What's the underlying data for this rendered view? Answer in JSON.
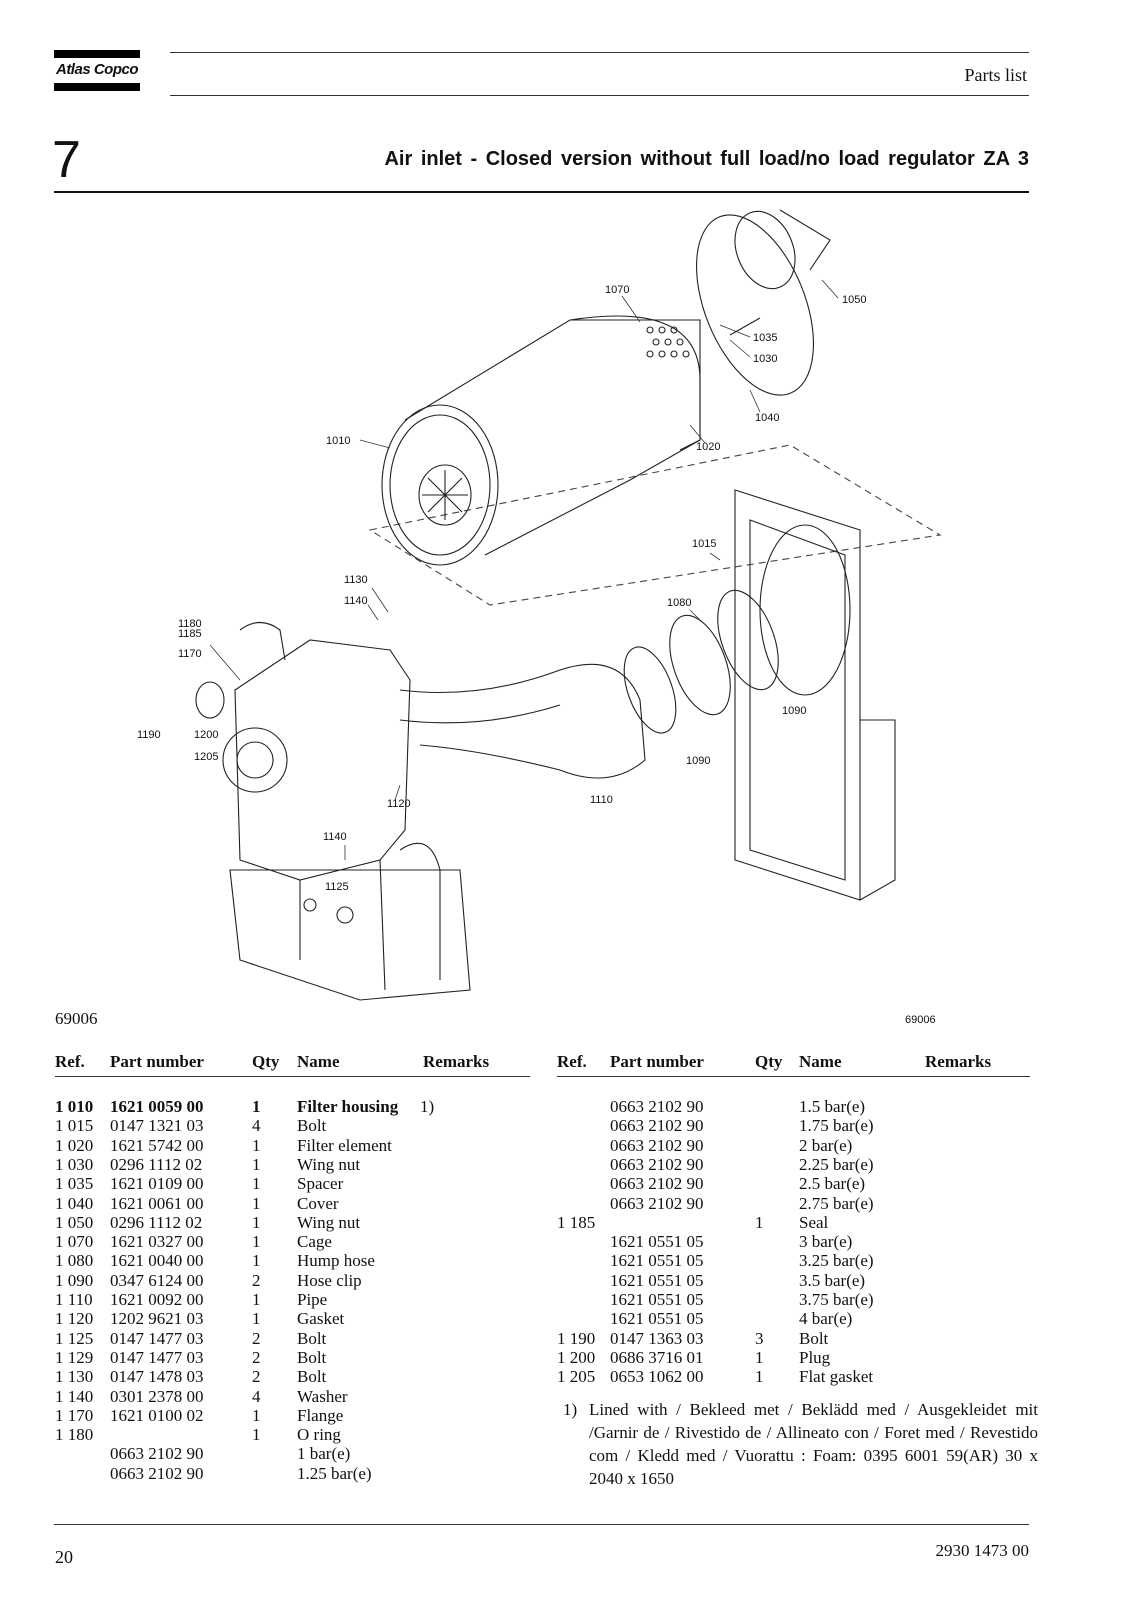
{
  "header": {
    "brand": "Atlas Copco",
    "doc_type": "Parts list"
  },
  "chapter": {
    "number": "7",
    "title": "Air inlet - Closed version without full load/no load regulator ZA 3"
  },
  "figure": {
    "id_left": "69006",
    "id_right": "69006",
    "callouts": {
      "c1010": "1010",
      "c1015": "1015",
      "c1020": "1020",
      "c1030": "1030",
      "c1035": "1035",
      "c1040": "1040",
      "c1050": "1050",
      "c1070": "1070",
      "c1080": "1080",
      "c1090a": "1090",
      "c1090b": "1090",
      "c1110": "1110",
      "c1120": "1120",
      "c1125": "1125",
      "c1130": "1130",
      "c1140a": "1140",
      "c1140b": "1140",
      "c1170": "1170",
      "c1180": "1180",
      "c1185": "1185",
      "c1190": "1190",
      "c1200": "1200",
      "c1205": "1205"
    }
  },
  "table_headers": {
    "ref": "Ref.",
    "part": "Part number",
    "qty": "Qty",
    "name": "Name",
    "remarks": "Remarks"
  },
  "left_rows": [
    {
      "ref": "1 010",
      "part": "1621 0059 00",
      "qty": "1",
      "name": "Filter housing",
      "remarks": "1)"
    },
    {
      "ref": "1 015",
      "part": "0147 1321 03",
      "qty": "4",
      "name": "Bolt",
      "remarks": ""
    },
    {
      "ref": "1 020",
      "part": "1621 5742 00",
      "qty": "1",
      "name": "Filter element",
      "remarks": ""
    },
    {
      "ref": "1 030",
      "part": "0296 1112 02",
      "qty": "1",
      "name": "Wing nut",
      "remarks": ""
    },
    {
      "ref": "1 035",
      "part": "1621 0109 00",
      "qty": "1",
      "name": "Spacer",
      "remarks": ""
    },
    {
      "ref": "1 040",
      "part": "1621 0061 00",
      "qty": "1",
      "name": "Cover",
      "remarks": ""
    },
    {
      "ref": "1 050",
      "part": "0296 1112 02",
      "qty": "1",
      "name": "Wing nut",
      "remarks": ""
    },
    {
      "ref": "1 070",
      "part": "1621 0327 00",
      "qty": "1",
      "name": "Cage",
      "remarks": ""
    },
    {
      "ref": "1 080",
      "part": "1621 0040 00",
      "qty": "1",
      "name": "Hump hose",
      "remarks": ""
    },
    {
      "ref": "1 090",
      "part": "0347 6124 00",
      "qty": "2",
      "name": "Hose clip",
      "remarks": ""
    },
    {
      "ref": "1 110",
      "part": "1621 0092 00",
      "qty": "1",
      "name": "Pipe",
      "remarks": ""
    },
    {
      "ref": "1 120",
      "part": "1202 9621 03",
      "qty": "1",
      "name": "Gasket",
      "remarks": ""
    },
    {
      "ref": "1 125",
      "part": "0147 1477 03",
      "qty": "2",
      "name": "Bolt",
      "remarks": ""
    },
    {
      "ref": "1 129",
      "part": "0147 1477 03",
      "qty": "2",
      "name": "Bolt",
      "remarks": ""
    },
    {
      "ref": "1 130",
      "part": "0147 1478 03",
      "qty": "2",
      "name": "Bolt",
      "remarks": ""
    },
    {
      "ref": "1 140",
      "part": "0301 2378 00",
      "qty": "4",
      "name": "Washer",
      "remarks": ""
    },
    {
      "ref": "1 170",
      "part": "1621 0100 02",
      "qty": "1",
      "name": "Flange",
      "remarks": ""
    },
    {
      "ref": "1 180",
      "part": "",
      "qty": "1",
      "name": "O ring",
      "remarks": ""
    },
    {
      "ref": "",
      "part": "0663 2102 90",
      "qty": "",
      "name": "1 bar(e)",
      "remarks": ""
    },
    {
      "ref": "",
      "part": "0663 2102 90",
      "qty": "",
      "name": "1.25 bar(e)",
      "remarks": ""
    }
  ],
  "right_rows": [
    {
      "ref": "",
      "part": "0663 2102 90",
      "qty": "",
      "name": "1.5 bar(e)",
      "remarks": ""
    },
    {
      "ref": "",
      "part": "0663 2102 90",
      "qty": "",
      "name": "1.75 bar(e)",
      "remarks": ""
    },
    {
      "ref": "",
      "part": "0663 2102 90",
      "qty": "",
      "name": "2 bar(e)",
      "remarks": ""
    },
    {
      "ref": "",
      "part": "0663 2102 90",
      "qty": "",
      "name": "2.25 bar(e)",
      "remarks": ""
    },
    {
      "ref": "",
      "part": "0663 2102 90",
      "qty": "",
      "name": "2.5 bar(e)",
      "remarks": ""
    },
    {
      "ref": "",
      "part": "0663 2102 90",
      "qty": "",
      "name": "2.75 bar(e)",
      "remarks": ""
    },
    {
      "ref": "1 185",
      "part": "",
      "qty": "1",
      "name": "Seal",
      "remarks": ""
    },
    {
      "ref": "",
      "part": "1621 0551 05",
      "qty": "",
      "name": "3 bar(e)",
      "remarks": ""
    },
    {
      "ref": "",
      "part": "1621 0551 05",
      "qty": "",
      "name": "3.25 bar(e)",
      "remarks": ""
    },
    {
      "ref": "",
      "part": "1621 0551 05",
      "qty": "",
      "name": "3.5 bar(e)",
      "remarks": ""
    },
    {
      "ref": "",
      "part": "1621 0551 05",
      "qty": "",
      "name": "3.75 bar(e)",
      "remarks": ""
    },
    {
      "ref": "",
      "part": "1621 0551 05",
      "qty": "",
      "name": "4 bar(e)",
      "remarks": ""
    },
    {
      "ref": "1 190",
      "part": "0147 1363 03",
      "qty": "3",
      "name": "Bolt",
      "remarks": ""
    },
    {
      "ref": "1 200",
      "part": "0686 3716 01",
      "qty": "1",
      "name": "Plug",
      "remarks": ""
    },
    {
      "ref": "1 205",
      "part": "0653 1062 00",
      "qty": "1",
      "name": "Flat gasket",
      "remarks": ""
    }
  ],
  "footnote": {
    "marker": "1)",
    "text": "Lined with / Bekleed met / Beklädd med / Ausgekleidet mit /Garnir de / Rivestido de / Allineato con / Foret med / Revestido com / Kledd med / Vuorattu : Foam: 0395 6001 59(AR) 30 x 2040 x 1650"
  },
  "footer": {
    "page_number": "20",
    "doc_number": "2930 1473 00"
  }
}
